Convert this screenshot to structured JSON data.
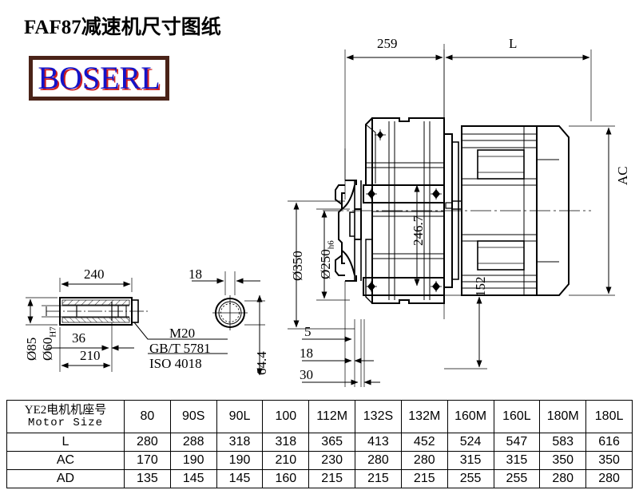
{
  "title": "FAF87减速机尺寸图纸",
  "logo": {
    "text": "BOSERL",
    "border_color": "#4a2318",
    "text_color": "#1414c8",
    "shadow_color": "#d02020"
  },
  "drawing": {
    "main_view_dimensions": {
      "top_left": "259",
      "top_right": "L",
      "right_vertical": "AC",
      "inner_vertical": "246.7",
      "lower_right_vertical": "152",
      "flange_outer": "Ø350",
      "flange_pilot": "Ø250",
      "flange_pilot_sub": "h6",
      "step_1": "5",
      "step_2": "18",
      "step_3": "30"
    },
    "shaft_detail": {
      "length_overall": "240",
      "length_inner": "210",
      "keyway": "36",
      "bore_outer": "Ø85",
      "bore_inner": "Ø60",
      "bore_inner_sub": "H7",
      "bolt_spec_line1": "M20",
      "bolt_spec_line2": "GB/T 5781",
      "bolt_spec_line3": "ISO 4018"
    },
    "end_view": {
      "width": "18",
      "height": "64.4"
    }
  },
  "table": {
    "header_label_cn": "YE2电机机座号",
    "header_label_en": "Motor Size",
    "columns": [
      "80",
      "90S",
      "90L",
      "100",
      "112M",
      "132S",
      "132M",
      "160M",
      "160L",
      "180M",
      "180L"
    ],
    "rows": [
      {
        "label": "L",
        "values": [
          "280",
          "288",
          "318",
          "318",
          "365",
          "413",
          "452",
          "524",
          "547",
          "583",
          "616"
        ]
      },
      {
        "label": "AC",
        "values": [
          "170",
          "190",
          "190",
          "210",
          "230",
          "280",
          "280",
          "315",
          "315",
          "350",
          "350"
        ]
      },
      {
        "label": "AD",
        "values": [
          "135",
          "145",
          "145",
          "160",
          "215",
          "215",
          "215",
          "255",
          "255",
          "280",
          "280"
        ]
      }
    ]
  }
}
